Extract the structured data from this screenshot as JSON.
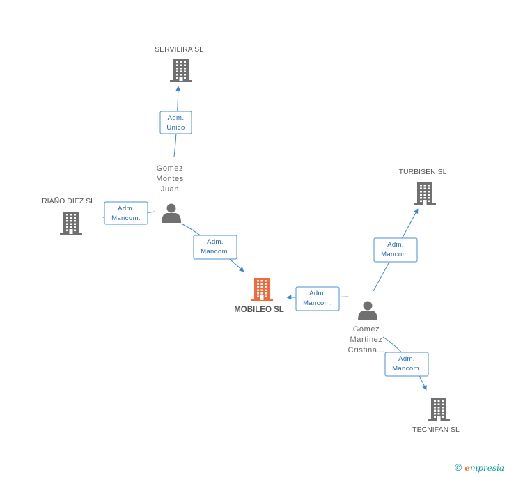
{
  "companies": [
    {
      "id": "mobileo",
      "label": "MOBILEO SL",
      "main": true
    },
    {
      "id": "servilira",
      "label": "SERVILIRA SL"
    },
    {
      "id": "riano",
      "label": "RIAÑO DIEZ SL"
    },
    {
      "id": "turbisen",
      "label": "TURBISEN SL"
    },
    {
      "id": "tecnifan",
      "label": "TECNIFAN SL"
    }
  ],
  "persons": [
    {
      "id": "gomez_montes",
      "lines": [
        "Gomez",
        "Montes",
        "Juan"
      ]
    },
    {
      "id": "gomez_martinez",
      "lines": [
        "Gomez",
        "Martinez",
        "Cristina..."
      ]
    }
  ],
  "edges": [
    {
      "from": "gomez_montes",
      "to": "servilira",
      "lines": [
        "Adm.",
        "Unico"
      ]
    },
    {
      "from": "gomez_montes",
      "to": "riano",
      "lines": [
        "Adm.",
        "Mancom."
      ]
    },
    {
      "from": "gomez_montes",
      "to": "mobileo",
      "lines": [
        "Adm.",
        "Mancom."
      ]
    },
    {
      "from": "gomez_martinez",
      "to": "mobileo",
      "lines": [
        "Adm.",
        "Mancom."
      ]
    },
    {
      "from": "gomez_martinez",
      "to": "turbisen",
      "lines": [
        "Adm.",
        "Mancom."
      ]
    },
    {
      "from": "gomez_martinez",
      "to": "tecnifan",
      "lines": [
        "Adm.",
        "Mancom."
      ]
    }
  ],
  "colors": {
    "main_building": "#f26a3c",
    "building": "#707070",
    "person": "#707070",
    "edge": "#3a85d8"
  },
  "footer": {
    "copyright": "©",
    "brand_e": "e",
    "brand_rest": "mpresia"
  }
}
